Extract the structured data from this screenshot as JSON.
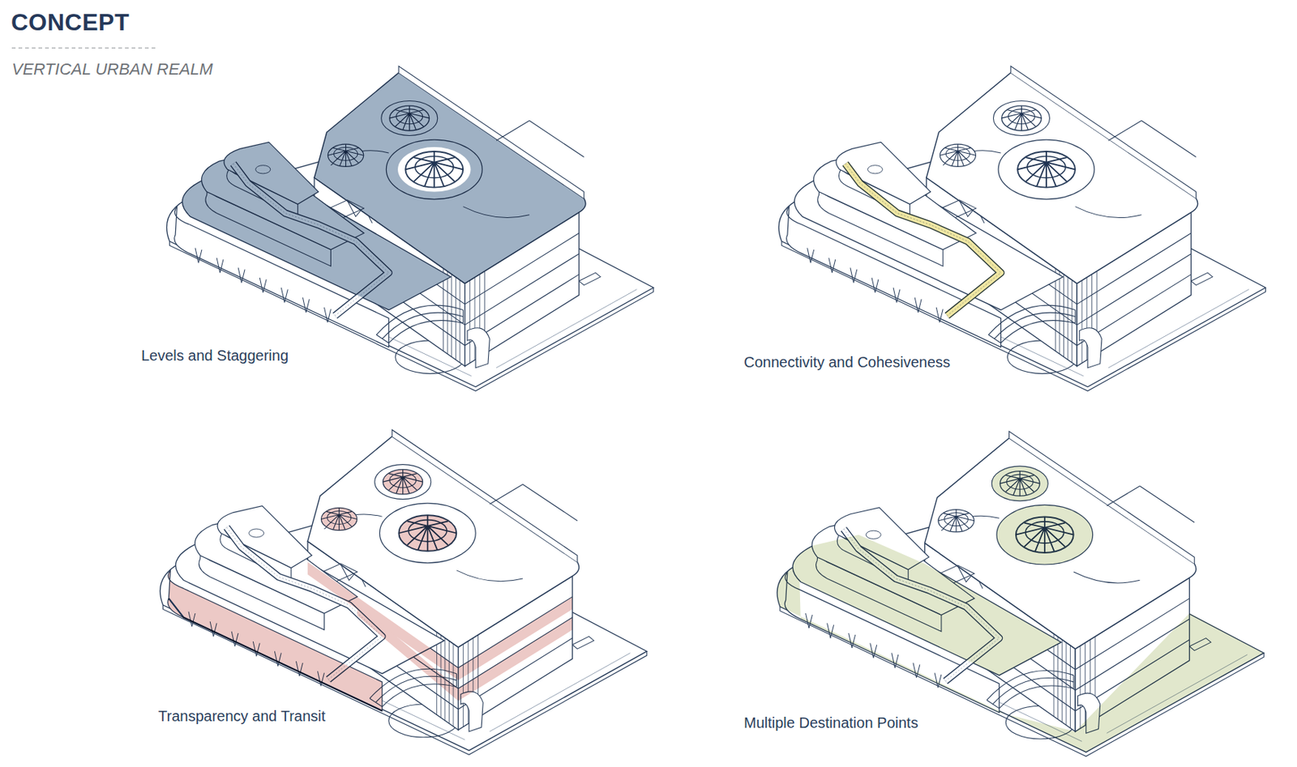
{
  "diagram": {
    "title": "CONCEPT",
    "labels": [
      "VERTICAL URBAN REALM",
      "Levels and Staggering",
      "Connectivity and Cohesiveness",
      "Transparency and Transit",
      "Multiple Destination Points"
    ]
  }
}
